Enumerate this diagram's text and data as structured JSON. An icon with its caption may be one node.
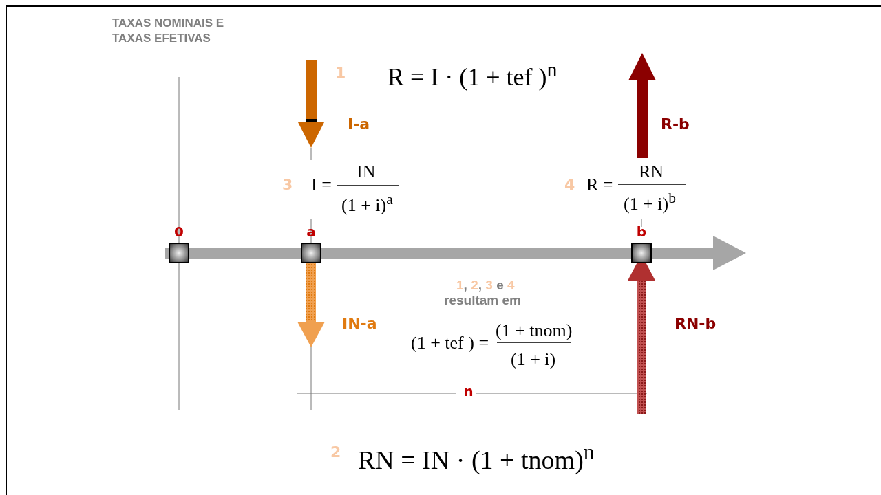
{
  "diagram": {
    "title": "TAXAS NOMINAIS E TAXAS EFETIVAS",
    "nodes": [
      {
        "text": [
          "0"
        ]
      },
      {
        "text": [
          "a"
        ]
      },
      {
        "text": [
          "b"
        ]
      }
    ],
    "labels": [
      "1",
      "R = I · (1 + tef )$^{n}$",
      "I-a",
      "R-b",
      "3",
      "I =",
      "IN",
      "(1 + i)$^{a}$",
      "4",
      "R =",
      "RN",
      "(1 + i)$^{b}$",
      "1, 2, 3 e 4",
      "resultam em",
      "IN-a",
      "RN-b",
      "(1 + tef ) =",
      "(1 + tnom)",
      "(1 + i)",
      "n",
      "2",
      "RN = IN · (1 + tnom)$^{n}$"
    ]
  }
}
